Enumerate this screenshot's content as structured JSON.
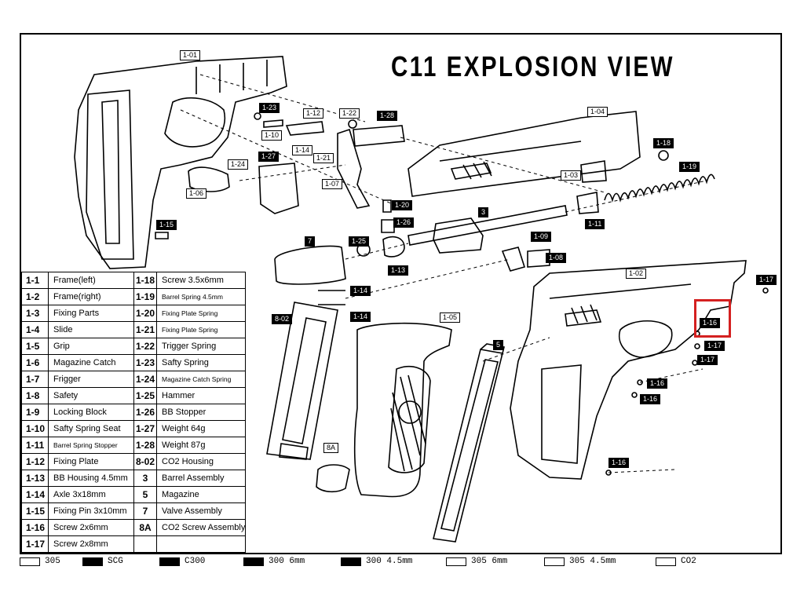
{
  "title": "C11 EXPLOSION VIEW",
  "part_tags": [
    {
      "label": "1-01",
      "style": "w"
    },
    {
      "label": "1-23",
      "style": "b"
    },
    {
      "label": "1-12",
      "style": "w"
    },
    {
      "label": "1-22",
      "style": "w"
    },
    {
      "label": "1-28",
      "style": "b"
    },
    {
      "label": "1-04",
      "style": "w"
    },
    {
      "label": "1-10",
      "style": "w"
    },
    {
      "label": "1-14",
      "style": "w"
    },
    {
      "label": "1-21",
      "style": "w"
    },
    {
      "label": "1-27",
      "style": "b"
    },
    {
      "label": "1-24",
      "style": "w"
    },
    {
      "label": "1-07",
      "style": "w"
    },
    {
      "label": "1-06",
      "style": "w"
    },
    {
      "label": "1-18",
      "style": "b"
    },
    {
      "label": "1-19",
      "style": "b"
    },
    {
      "label": "1-03",
      "style": "w"
    },
    {
      "label": "1-20",
      "style": "b"
    },
    {
      "label": "1-26",
      "style": "b"
    },
    {
      "label": "3",
      "style": "b"
    },
    {
      "label": "1-11",
      "style": "b"
    },
    {
      "label": "1-15",
      "style": "b"
    },
    {
      "label": "7",
      "style": "b"
    },
    {
      "label": "1-25",
      "style": "b"
    },
    {
      "label": "1-09",
      "style": "b"
    },
    {
      "label": "1-08",
      "style": "b"
    },
    {
      "label": "1-13",
      "style": "b"
    },
    {
      "label": "1-02",
      "style": "w"
    },
    {
      "label": "1-17",
      "style": "b"
    },
    {
      "label": "1-14",
      "style": "b"
    },
    {
      "label": "1-14",
      "style": "b"
    },
    {
      "label": "8-02",
      "style": "b"
    },
    {
      "label": "1-05",
      "style": "w"
    },
    {
      "label": "1-16",
      "style": "b"
    },
    {
      "label": "1-17",
      "style": "b"
    },
    {
      "label": "1-17",
      "style": "b"
    },
    {
      "label": "5",
      "style": "b"
    },
    {
      "label": "1-16",
      "style": "b"
    },
    {
      "label": "1-16",
      "style": "b"
    },
    {
      "label": "8A",
      "style": "w"
    },
    {
      "label": "1-16",
      "style": "b"
    }
  ],
  "parts_table": [
    {
      "no": "1-1",
      "name": "Frame(left)",
      "no2": "1-18",
      "name2": "Screw 3.5x6mm"
    },
    {
      "no": "1-2",
      "name": "Frame(right)",
      "no2": "1-19",
      "name2": "Barrel Spring 4.5mm"
    },
    {
      "no": "1-3",
      "name": "Fixing Parts",
      "no2": "1-20",
      "name2": "Fixing Plate Spring"
    },
    {
      "no": "1-4",
      "name": "Slide",
      "no2": "1-21",
      "name2": "Fixing Plate Spring"
    },
    {
      "no": "1-5",
      "name": "Grip",
      "no2": "1-22",
      "name2": "Trigger Spring"
    },
    {
      "no": "1-6",
      "name": "Magazine Catch",
      "no2": "1-23",
      "name2": "Safty Spring"
    },
    {
      "no": "1-7",
      "name": "Frigger",
      "no2": "1-24",
      "name2": "Magazine Catch Spring"
    },
    {
      "no": "1-8",
      "name": "Safety",
      "no2": "1-25",
      "name2": "Hammer"
    },
    {
      "no": "1-9",
      "name": "Locking Block",
      "no2": "1-26",
      "name2": "BB Stopper"
    },
    {
      "no": "1-10",
      "name": "Safty Spring Seat",
      "no2": "1-27",
      "name2": "Weight 64g"
    },
    {
      "no": "1-11",
      "name": "Barrel Spring Stopper",
      "no2": "1-28",
      "name2": "Weight 87g"
    },
    {
      "no": "1-12",
      "name": "Fixing Plate",
      "no2": "8-02",
      "name2": "CO2 Housing"
    },
    {
      "no": "1-13",
      "name": "BB Housing 4.5mm",
      "no2": "3",
      "name2": "Barrel Assembly"
    },
    {
      "no": "1-14",
      "name": "Axle 3x18mm",
      "no2": "5",
      "name2": "Magazine"
    },
    {
      "no": "1-15",
      "name": "Fixing Pin 3x10mm",
      "no2": "7",
      "name2": "Valve Assembly"
    },
    {
      "no": "1-16",
      "name": "Screw 2x6mm",
      "no2": "8A",
      "name2": "CO2 Screw Assembly"
    },
    {
      "no": "1-17",
      "name": "Screw 2x8mm",
      "no2": "",
      "name2": ""
    }
  ],
  "legend": [
    {
      "label": "305",
      "fill": "#ffffff"
    },
    {
      "label": "SCG",
      "fill": "#000000"
    },
    {
      "label": "C300",
      "fill": "#000000"
    },
    {
      "label": "300 6mm",
      "fill": "#000000"
    },
    {
      "label": "300 4.5mm",
      "fill": "#000000"
    },
    {
      "label": "305 6mm",
      "fill": "#ffffff"
    },
    {
      "label": "305 4.5mm",
      "fill": "#ffffff"
    },
    {
      "label": "CO2",
      "fill": "#ffffff"
    }
  ],
  "highlight_color": "#d42020"
}
